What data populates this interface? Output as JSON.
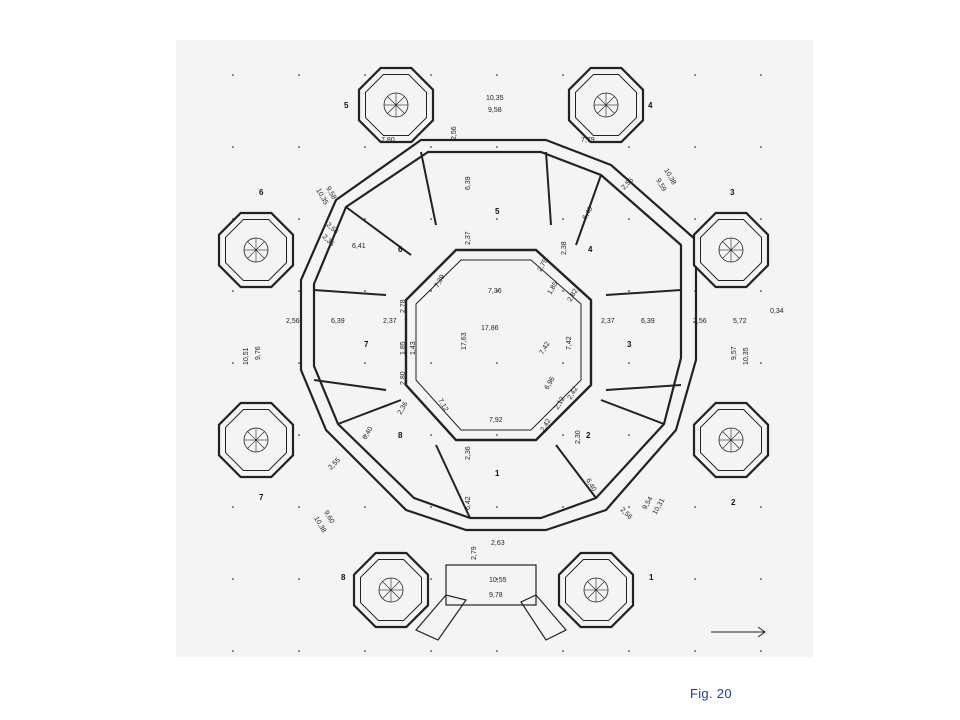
{
  "caption": "Fig. 20",
  "tower_numbers": [
    "1",
    "2",
    "3",
    "4",
    "5",
    "6",
    "7",
    "8"
  ],
  "room_numbers": [
    "1",
    "2",
    "3",
    "4",
    "5",
    "6",
    "7",
    "8"
  ],
  "central_hall": {
    "width": "17,86",
    "depth": "17,63",
    "side": "7,36",
    "side_b": "7,92",
    "side_c": "7,42",
    "side_d": "7,42"
  },
  "dimensions": {
    "top_outer": "10,35",
    "top_inner": "9,58",
    "bottom_outer": "10,55",
    "bottom_inner": "9,78",
    "bottom_entry": "2,63",
    "bottom_entry_b": "2,79",
    "left_outer": "10,51",
    "left_inner": "9,76",
    "right_outer": "10,35",
    "right_inner": "9,57",
    "right_extra": "5,72",
    "right_small": "0,34",
    "tower_top_left": "7,80",
    "tower_top_right": "7,79",
    "room_depth_n": "6,39",
    "room_depth_s": "6,42",
    "room_depth_e": "6,39",
    "room_depth_w": "6,39",
    "room_depth_ne": "6,40",
    "room_depth_se": "6,40",
    "room_depth_nw": "6,41",
    "room_depth_sw": "6,40",
    "wall_a": "2,56",
    "wall_b": "2,37",
    "wall_c": "2,36",
    "wall_d": "2,38",
    "wall_e": "2,55",
    "wall_f": "2,35",
    "diag_ne_outer": "10,38",
    "diag_ne_inner": "9,59",
    "diag_nw_outer": "10,35",
    "diag_nw_inner": "9,58",
    "diag_se_outer": "10,31",
    "diag_se_inner": "9,54",
    "diag_sw_outer": "10,38",
    "diag_sw_inner": "9,60",
    "corr_a": "7,39",
    "corr_b": "7,12",
    "corr_c": "6,96",
    "small_a": "2,78",
    "small_b": "1,85",
    "small_c": "1,43",
    "small_d": "2,80",
    "small_e": "2,75",
    "small_f": "1,85",
    "small_g": "2,82",
    "small_h": "2,42",
    "small_i": "2,12",
    "small_j": "2,42",
    "small_k": "2,30",
    "small_l": "7,42"
  }
}
